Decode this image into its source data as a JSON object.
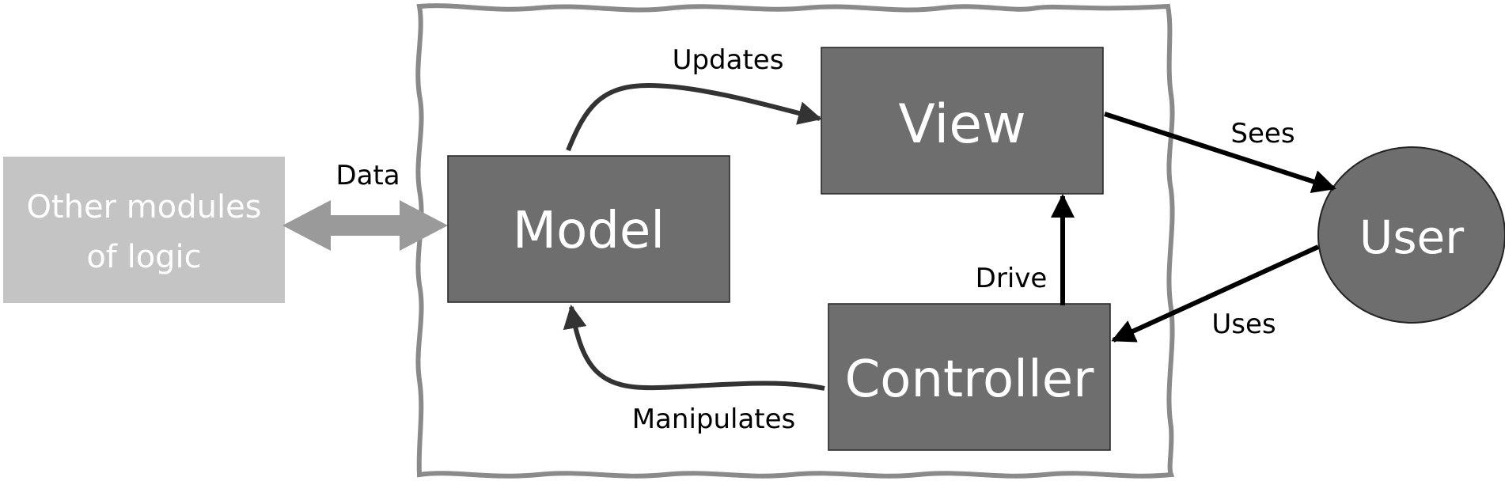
{
  "nodes": {
    "other_modules": {
      "line1": "Other modules",
      "line2": "of logic"
    },
    "model": {
      "label": "Model"
    },
    "view": {
      "label": "View"
    },
    "controller": {
      "label": "Controller"
    },
    "user": {
      "label": "User"
    }
  },
  "edges": {
    "data": {
      "label": "Data"
    },
    "updates": {
      "label": "Updates"
    },
    "sees": {
      "label": "Sees"
    },
    "uses": {
      "label": "Uses"
    },
    "drive": {
      "label": "Drive"
    },
    "manipulates": {
      "label": "Manipulates"
    }
  },
  "colors": {
    "box_dark": "#6e6e6e",
    "box_light": "#c4c4c4",
    "border_wavy": "#8a8a8a",
    "arrow": "#000000",
    "arrow_dark_gray": "#333333",
    "data_arrow": "#9a9a9a",
    "label_text": "#000000",
    "box_text": "#ffffff"
  }
}
